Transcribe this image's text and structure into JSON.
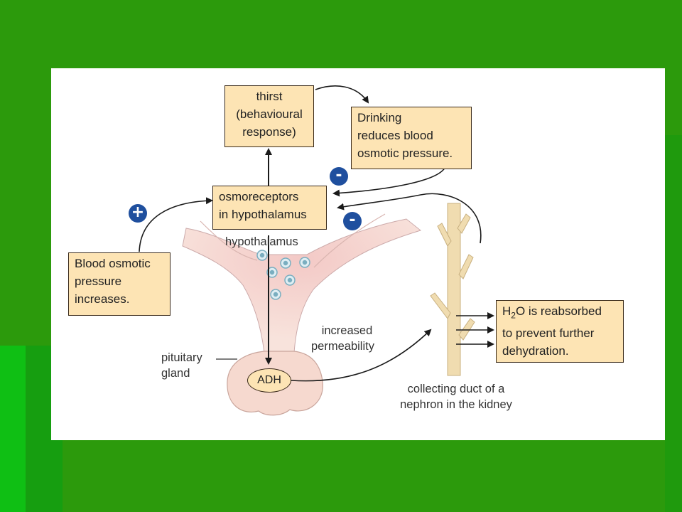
{
  "boxes": {
    "thirst": "thirst (behavioural response)",
    "thirst_lines": [
      "thirst",
      "(behavioural",
      "response)"
    ],
    "drinking_lines": [
      "Drinking",
      "reduces blood",
      "osmotic pressure."
    ],
    "osmoreceptors_lines": [
      "osmoreceptors",
      "in hypothalamus"
    ],
    "blood_lines": [
      "Blood osmotic",
      "pressure",
      "increases."
    ],
    "h2o_prefix": "H",
    "h2o_sub": "2",
    "h2o_line1_rest": "O is reabsorbed",
    "h2o_lines_rest": [
      "to prevent further",
      "dehydration."
    ]
  },
  "labels": {
    "hypothalamus": "hypothalamus",
    "pituitary": [
      "pituitary",
      "gland"
    ],
    "permeability": [
      "increased",
      "permeability"
    ],
    "collecting_duct": [
      "collecting duct of a",
      "nephron in the kidney"
    ],
    "adh": "ADH"
  },
  "signs": {
    "plus": "+",
    "minus_drinking": "-",
    "minus_reabsorb": "-"
  },
  "colors": {
    "box_fill": "#fde4b4",
    "tissue": "#f6d9cf",
    "duct": "#f0dcb0",
    "sign_blue": "#1f4f9e",
    "background_green": "#2c9a0c"
  }
}
